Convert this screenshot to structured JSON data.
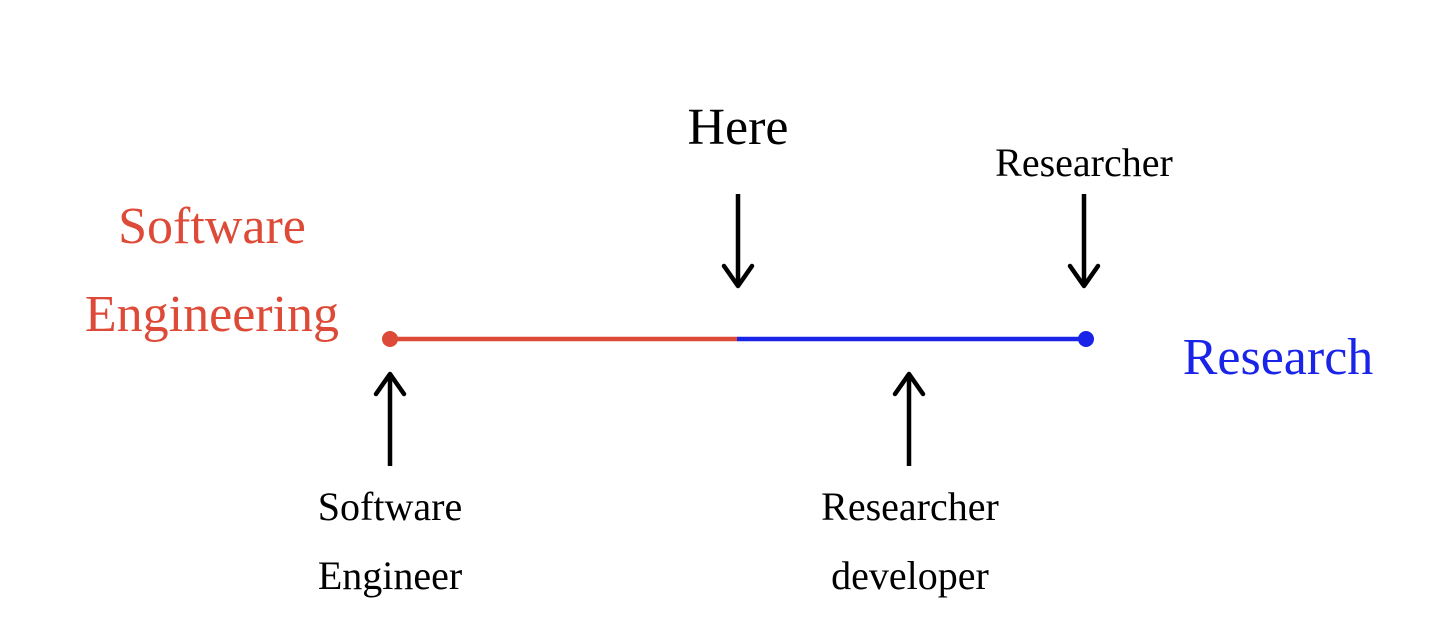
{
  "left_pole": {
    "line1": "Software",
    "line2": "Engineering",
    "color": "#dd4a38"
  },
  "right_pole": {
    "label": "Research",
    "color": "#1a24e8"
  },
  "here_marker": {
    "label": "Here"
  },
  "top_marker": {
    "label": "Researcher"
  },
  "bottom_left_marker": {
    "line1": "Software",
    "line2": "Engineer"
  },
  "bottom_right_marker": {
    "line1": "Researcher",
    "line2": "developer"
  },
  "colors": {
    "text": "#000000",
    "arrow": "#000000"
  },
  "icons": {
    "down_arrow": "arrow-down-icon",
    "up_arrow": "arrow-up-icon"
  }
}
